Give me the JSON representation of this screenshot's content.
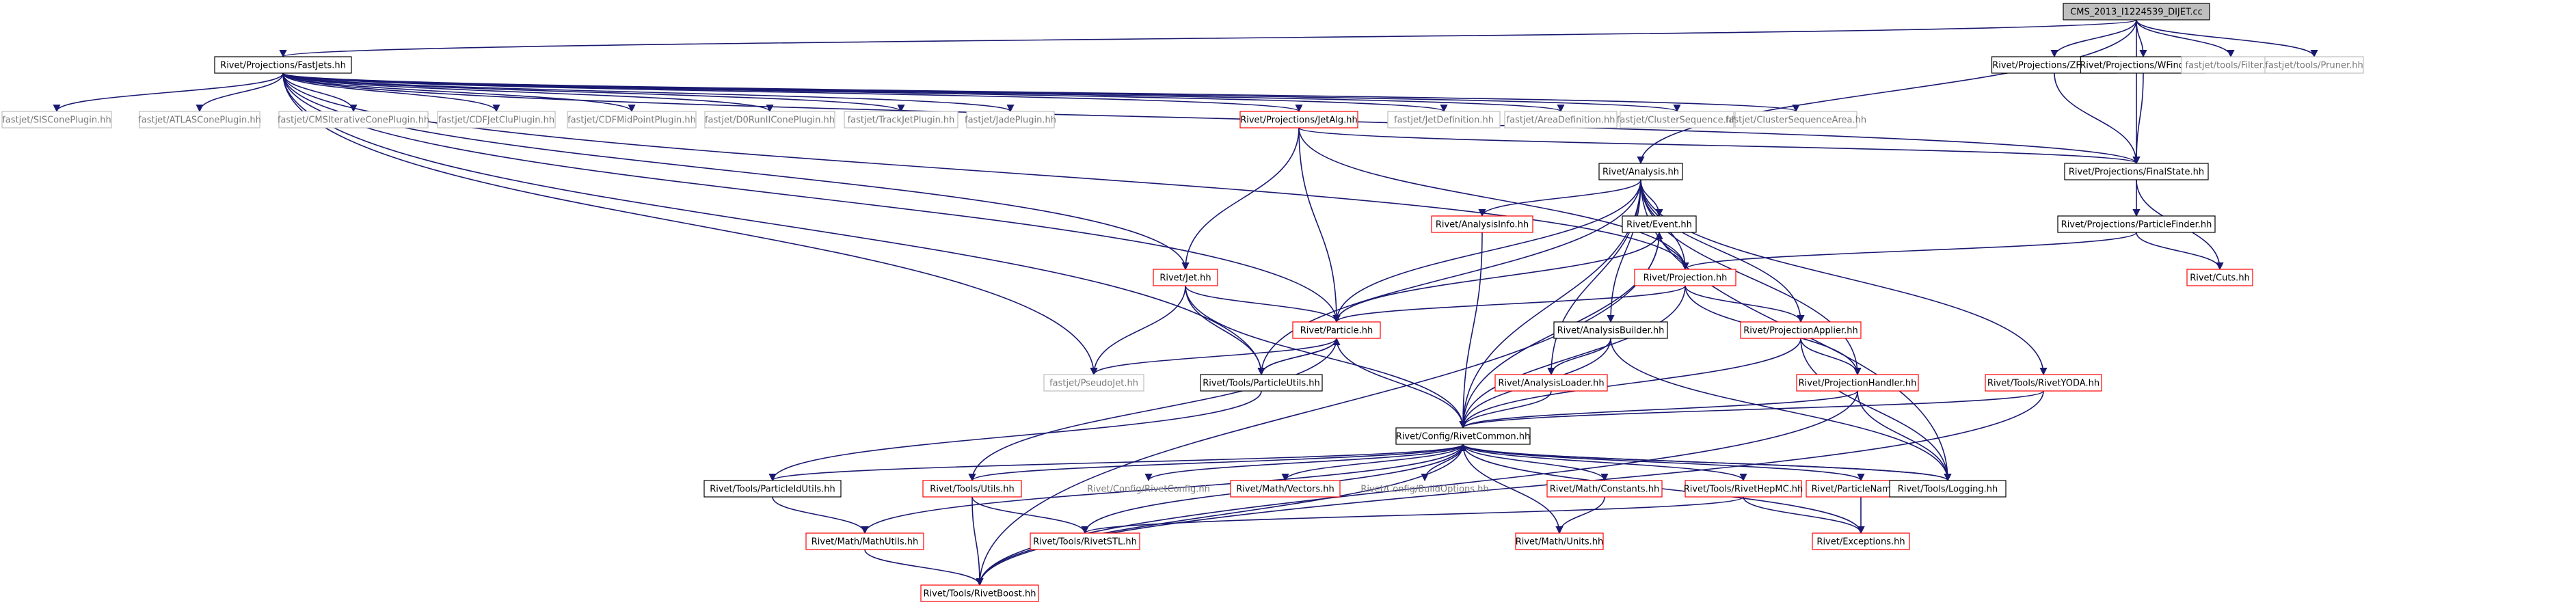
{
  "diagram": {
    "title": "CMS_2013_I1224539_DIJET.cc",
    "colors": {
      "root_fill": "#bfbfbf",
      "black_border": "#000000",
      "red_border": "#ff0000",
      "grey_border": "#bfbfbf",
      "grey_text": "#777777",
      "text": "#000000",
      "edge_navy": "#191970",
      "edge_dark": "#4a4a4a"
    },
    "nodes": [
      {
        "id": "root",
        "label": "CMS_2013_I1224539_DIJET.cc",
        "style": "root"
      },
      {
        "id": "fastjets",
        "label": "Rivet/Projections/FastJets.hh",
        "style": "black"
      },
      {
        "id": "zfinder",
        "label": "Rivet/Projections/ZFinder.hh",
        "style": "black"
      },
      {
        "id": "wfinder",
        "label": "Rivet/Projections/WFinder.hh",
        "style": "black"
      },
      {
        "id": "filter",
        "label": "fastjet/tools/Filter.hh",
        "style": "grey"
      },
      {
        "id": "pruner",
        "label": "fastjet/tools/Pruner.hh",
        "style": "grey"
      },
      {
        "id": "siscone",
        "label": "fastjet/SISConePlugin.hh",
        "style": "grey"
      },
      {
        "id": "atlascone",
        "label": "fastjet/ATLASConePlugin.hh",
        "style": "grey"
      },
      {
        "id": "cmscone",
        "label": "fastjet/CMSIterativeConePlugin.hh",
        "style": "grey"
      },
      {
        "id": "cdfjetclu",
        "label": "fastjet/CDFJetCluPlugin.hh",
        "style": "grey"
      },
      {
        "id": "cdfmid",
        "label": "fastjet/CDFMidPointPlugin.hh",
        "style": "grey"
      },
      {
        "id": "d0run",
        "label": "fastjet/D0RunIIConePlugin.hh",
        "style": "grey"
      },
      {
        "id": "trackjet",
        "label": "fastjet/TrackJetPlugin.hh",
        "style": "grey"
      },
      {
        "id": "jade",
        "label": "fastjet/JadePlugin.hh",
        "style": "grey"
      },
      {
        "id": "jetalg",
        "label": "Rivet/Projections/JetAlg.hh",
        "style": "red"
      },
      {
        "id": "jetdef",
        "label": "fastjet/JetDefinition.hh",
        "style": "grey"
      },
      {
        "id": "areadef",
        "label": "fastjet/AreaDefinition.hh",
        "style": "grey"
      },
      {
        "id": "clusterseq",
        "label": "fastjet/ClusterSequence.hh",
        "style": "grey"
      },
      {
        "id": "clusterseqarea",
        "label": "fastjet/ClusterSequenceArea.hh",
        "style": "grey"
      },
      {
        "id": "finalstate",
        "label": "Rivet/Projections/FinalState.hh",
        "style": "black"
      },
      {
        "id": "analysis",
        "label": "Rivet/Analysis.hh",
        "style": "black"
      },
      {
        "id": "partfinder",
        "label": "Rivet/Projections/ParticleFinder.hh",
        "style": "black"
      },
      {
        "id": "analysisinfo",
        "label": "Rivet/AnalysisInfo.hh",
        "style": "red"
      },
      {
        "id": "event",
        "label": "Rivet/Event.hh",
        "style": "black"
      },
      {
        "id": "jet",
        "label": "Rivet/Jet.hh",
        "style": "red"
      },
      {
        "id": "projection",
        "label": "Rivet/Projection.hh",
        "style": "red"
      },
      {
        "id": "cuts",
        "label": "Rivet/Cuts.hh",
        "style": "red"
      },
      {
        "id": "particle",
        "label": "Rivet/Particle.hh",
        "style": "red"
      },
      {
        "id": "analysisbuilder",
        "label": "Rivet/AnalysisBuilder.hh",
        "style": "black"
      },
      {
        "id": "projapplier",
        "label": "Rivet/ProjectionApplier.hh",
        "style": "red"
      },
      {
        "id": "pseudojet",
        "label": "fastjet/PseudoJet.hh",
        "style": "grey"
      },
      {
        "id": "particleutils",
        "label": "Rivet/Tools/ParticleUtils.hh",
        "style": "black"
      },
      {
        "id": "analysisloader",
        "label": "Rivet/AnalysisLoader.hh",
        "style": "red"
      },
      {
        "id": "projhandler",
        "label": "Rivet/ProjectionHandler.hh",
        "style": "red"
      },
      {
        "id": "rivetyoda",
        "label": "Rivet/Tools/RivetYODA.hh",
        "style": "red"
      },
      {
        "id": "rivetcommon",
        "label": "Rivet/Config/RivetCommon.hh",
        "style": "black"
      },
      {
        "id": "pidutils",
        "label": "Rivet/Tools/ParticleIdUtils.hh",
        "style": "black"
      },
      {
        "id": "utils",
        "label": "Rivet/Tools/Utils.hh",
        "style": "red"
      },
      {
        "id": "rivetconfig",
        "label": "Rivet/Config/RivetConfig.hh",
        "style": "grey_plain"
      },
      {
        "id": "vectors",
        "label": "Rivet/Math/Vectors.hh",
        "style": "red"
      },
      {
        "id": "buildoptions",
        "label": "Rivet/Config/BuildOptions.hh",
        "style": "grey_plain"
      },
      {
        "id": "constants",
        "label": "Rivet/Math/Constants.hh",
        "style": "red"
      },
      {
        "id": "rivethepmc",
        "label": "Rivet/Tools/RivetHepMC.hh",
        "style": "red"
      },
      {
        "id": "particlename",
        "label": "Rivet/ParticleName.hh",
        "style": "red"
      },
      {
        "id": "logging",
        "label": "Rivet/Tools/Logging.hh",
        "style": "black"
      },
      {
        "id": "mathutils",
        "label": "Rivet/Math/MathUtils.hh",
        "style": "red"
      },
      {
        "id": "rivetstl",
        "label": "Rivet/Tools/RivetSTL.hh",
        "style": "red"
      },
      {
        "id": "units",
        "label": "Rivet/Math/Units.hh",
        "style": "red"
      },
      {
        "id": "exceptions",
        "label": "Rivet/Exceptions.hh",
        "style": "red"
      },
      {
        "id": "rivetboost",
        "label": "Rivet/Tools/RivetBoost.hh",
        "style": "red"
      }
    ],
    "edges": [
      [
        "root",
        "fastjets"
      ],
      [
        "root",
        "zfinder"
      ],
      [
        "root",
        "wfinder"
      ],
      [
        "root",
        "filter"
      ],
      [
        "root",
        "pruner"
      ],
      [
        "root",
        "analysis"
      ],
      [
        "root",
        "finalstate"
      ],
      [
        "zfinder",
        "finalstate"
      ],
      [
        "wfinder",
        "finalstate"
      ],
      [
        "fastjets",
        "siscone"
      ],
      [
        "fastjets",
        "atlascone"
      ],
      [
        "fastjets",
        "cmscone"
      ],
      [
        "fastjets",
        "cdfjetclu"
      ],
      [
        "fastjets",
        "cdfmid"
      ],
      [
        "fastjets",
        "d0run"
      ],
      [
        "fastjets",
        "trackjet"
      ],
      [
        "fastjets",
        "jade"
      ],
      [
        "fastjets",
        "jetalg"
      ],
      [
        "fastjets",
        "jetdef"
      ],
      [
        "fastjets",
        "areadef"
      ],
      [
        "fastjets",
        "clusterseq"
      ],
      [
        "fastjets",
        "clusterseqarea"
      ],
      [
        "fastjets",
        "finalstate"
      ],
      [
        "fastjets",
        "jet"
      ],
      [
        "fastjets",
        "particle"
      ],
      [
        "fastjets",
        "pseudojet"
      ],
      [
        "fastjets",
        "projection"
      ],
      [
        "fastjets",
        "particleutils"
      ],
      [
        "jetalg",
        "jet"
      ],
      [
        "jetalg",
        "particle"
      ],
      [
        "jetalg",
        "projection"
      ],
      [
        "jetalg",
        "finalstate"
      ],
      [
        "finalstate",
        "partfinder"
      ],
      [
        "finalstate",
        "cuts"
      ],
      [
        "partfinder",
        "projection"
      ],
      [
        "partfinder",
        "cuts"
      ],
      [
        "analysis",
        "analysisinfo"
      ],
      [
        "analysis",
        "event"
      ],
      [
        "analysis",
        "projection"
      ],
      [
        "analysis",
        "analysisbuilder"
      ],
      [
        "analysis",
        "projapplier"
      ],
      [
        "analysis",
        "analysisloader"
      ],
      [
        "analysis",
        "projhandler"
      ],
      [
        "analysis",
        "rivetyoda"
      ],
      [
        "analysis",
        "rivetcommon"
      ],
      [
        "analysis",
        "logging"
      ],
      [
        "analysis",
        "particleutils"
      ],
      [
        "analysis",
        "particle"
      ],
      [
        "analysisinfo",
        "rivetcommon"
      ],
      [
        "event",
        "projection"
      ],
      [
        "event",
        "rivetcommon"
      ],
      [
        "event",
        "particle"
      ],
      [
        "event",
        "rivetboost"
      ],
      [
        "projection",
        "event"
      ],
      [
        "projection",
        "particle"
      ],
      [
        "projection",
        "projapplier"
      ],
      [
        "projection",
        "projhandler"
      ],
      [
        "projection",
        "rivetcommon"
      ],
      [
        "jet",
        "particle"
      ],
      [
        "jet",
        "pseudojet"
      ],
      [
        "jet",
        "particleutils"
      ],
      [
        "jet",
        "rivetcommon"
      ],
      [
        "particle",
        "pseudojet"
      ],
      [
        "particle",
        "particleutils"
      ],
      [
        "particle",
        "rivetcommon"
      ],
      [
        "particle",
        "utils"
      ],
      [
        "particleutils",
        "particle"
      ],
      [
        "particleutils",
        "pidutils"
      ],
      [
        "analysisbuilder",
        "analysisloader"
      ],
      [
        "analysisbuilder",
        "rivetcommon"
      ],
      [
        "analysisbuilder",
        "logging"
      ],
      [
        "projapplier",
        "projhandler"
      ],
      [
        "projapplier",
        "rivetcommon"
      ],
      [
        "projapplier",
        "logging"
      ],
      [
        "projhandler",
        "rivetcommon"
      ],
      [
        "projhandler",
        "logging"
      ],
      [
        "projhandler",
        "rivetboost"
      ],
      [
        "analysisloader",
        "rivetcommon"
      ],
      [
        "rivetyoda",
        "rivetcommon"
      ],
      [
        "rivetyoda",
        "rivetboost"
      ],
      [
        "rivetcommon",
        "pidutils"
      ],
      [
        "rivetcommon",
        "utils"
      ],
      [
        "rivetcommon",
        "rivetconfig"
      ],
      [
        "rivetcommon",
        "vectors"
      ],
      [
        "rivetcommon",
        "buildoptions"
      ],
      [
        "rivetcommon",
        "constants"
      ],
      [
        "rivetcommon",
        "rivethepmc"
      ],
      [
        "rivetcommon",
        "particlename"
      ],
      [
        "rivetcommon",
        "logging"
      ],
      [
        "rivetcommon",
        "mathutils"
      ],
      [
        "rivetcommon",
        "rivetstl"
      ],
      [
        "rivetcommon",
        "units"
      ],
      [
        "rivetcommon",
        "exceptions"
      ],
      [
        "rivetcommon",
        "rivetboost"
      ],
      [
        "logging",
        "rivetcommon"
      ],
      [
        "pidutils",
        "mathutils"
      ],
      [
        "utils",
        "rivetstl"
      ],
      [
        "utils",
        "rivetboost"
      ],
      [
        "constants",
        "units"
      ],
      [
        "rivethepmc",
        "rivetstl"
      ],
      [
        "rivethepmc",
        "exceptions"
      ],
      [
        "particlename",
        "exceptions"
      ],
      [
        "mathutils",
        "rivetboost"
      ]
    ]
  }
}
